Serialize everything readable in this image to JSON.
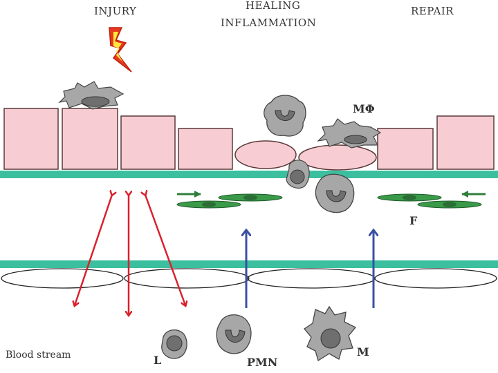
{
  "headers": {
    "injury": "INJURY",
    "healing_line1": "HEALING",
    "healing_line2": "INFLAMMATION",
    "repair": "REPAIR"
  },
  "labels": {
    "macrophage": "MΦ",
    "fibroblast": "F",
    "blood_stream": "Blood stream",
    "lymphocyte": "L",
    "neutrophil": "PMN",
    "monocyte": "M"
  },
  "colors": {
    "epithelium_fill": "#f7cdd3",
    "epithelium_stroke": "#5a3a3a",
    "basement_membrane": "#3bbf9f",
    "fibroblast": "#3a9a4a",
    "fibroblast_arrow": "#2f7d3a",
    "cell_gray": "#a7a7a7",
    "nucleus_gray": "#6f6f6f",
    "red_arrow": "#d9212c",
    "blue_arrow": "#3b4fa3",
    "lightning": "#e63a1e",
    "lightning_inner": "#ffe93a",
    "text": "#333333"
  },
  "icons": [
    "lightning-bolt-icon"
  ]
}
